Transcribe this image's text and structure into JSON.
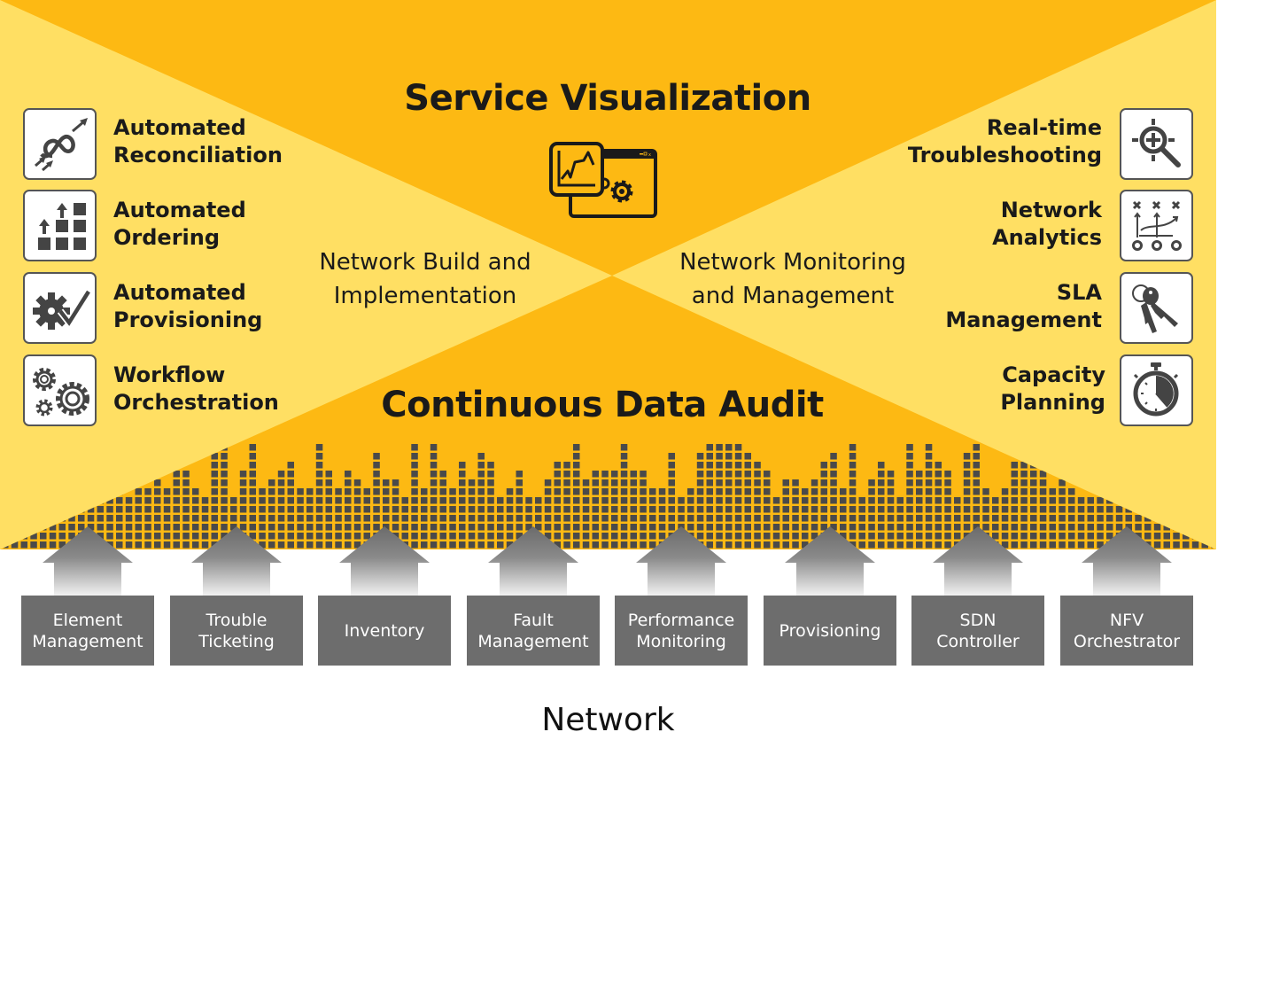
{
  "diagram": {
    "colors": {
      "dark_yellow": "#FDB913",
      "light_yellow": "#FFDF63",
      "audit_cell": "#4a4a4a",
      "system_box": "#6d6d6d",
      "icon_stroke": "#444444"
    },
    "top_title": "Service Visualization",
    "bottom_title": "Continuous Data Audit",
    "left_center_label": "Network Build and\nImplementation",
    "left_center_label_lines": [
      "Network Build and",
      "Implementation"
    ],
    "right_center_label_lines": [
      "Network Monitoring",
      "and Management"
    ],
    "center_icon": "dashboard-chart-settings-icon",
    "left_features": [
      {
        "lines": [
          "Automated",
          "Reconciliation"
        ],
        "icon": "infinity-arrows-icon"
      },
      {
        "lines": [
          "Automated",
          "Ordering"
        ],
        "icon": "stacked-blocks-arrows-icon"
      },
      {
        "lines": [
          "Automated",
          "Provisioning"
        ],
        "icon": "gear-checkmark-icon"
      },
      {
        "lines": [
          "Workflow",
          "Orchestration"
        ],
        "icon": "gears-icon"
      }
    ],
    "right_features": [
      {
        "lines": [
          "Real-time",
          "Troubleshooting"
        ],
        "icon": "magnifier-crosshair-icon"
      },
      {
        "lines": [
          "Network",
          "Analytics"
        ],
        "icon": "strategy-play-icon"
      },
      {
        "lines": [
          "SLA",
          "Management"
        ],
        "icon": "keys-icon"
      },
      {
        "lines": [
          "Capacity",
          "Planning"
        ],
        "icon": "stopwatch-icon"
      }
    ],
    "systems": [
      {
        "label": "Element\nManagement"
      },
      {
        "label": "Trouble\nTicketing"
      },
      {
        "label": "Inventory"
      },
      {
        "label": "Fault\nManagement"
      },
      {
        "label": "Performance\nMonitoring"
      },
      {
        "label": "Provisioning"
      },
      {
        "label": "SDN\nController"
      },
      {
        "label": "NFV\nOrchestrator"
      }
    ],
    "footer_label": "Network"
  }
}
